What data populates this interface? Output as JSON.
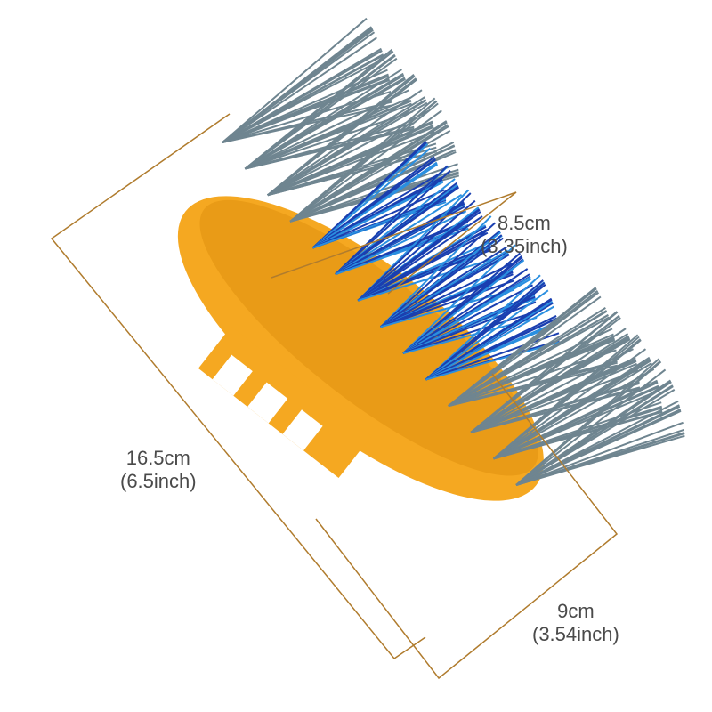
{
  "dimensions": {
    "length": {
      "metric": "16.5cm",
      "imperial": "(6.5inch)"
    },
    "width": {
      "metric": "9cm",
      "imperial": "(3.54inch)"
    },
    "bristle_height": {
      "metric": "8.5cm",
      "imperial": "(3.35inch)"
    }
  },
  "colors": {
    "body": "#f5a821",
    "body_shade": "#d98b12",
    "bristle_gray": "#6f8590",
    "bristle_blue": "#1a3fb0",
    "bristle_light_blue": "#2a8fe0",
    "dimension_line": "#b07c2e"
  }
}
